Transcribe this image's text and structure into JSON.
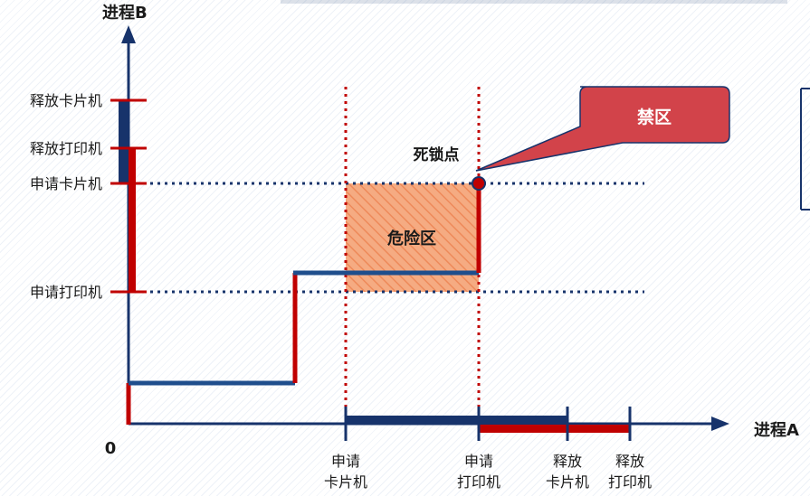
{
  "axes": {
    "y_title": "进程B",
    "x_title": "进程A",
    "origin": "0"
  },
  "y_labels": {
    "release_card": "释放卡片机",
    "release_printer": "释放打印机",
    "request_card": "申请卡片机",
    "request_printer": "申请打印机"
  },
  "x_labels": {
    "request_card": {
      "line1": "申请",
      "line2": "卡片机"
    },
    "request_printer": {
      "line1": "申请",
      "line2": "打印机"
    },
    "release_card": {
      "line1": "释放",
      "line2": "卡片机"
    },
    "release_printer": {
      "line1": "释放",
      "line2": "打印机"
    }
  },
  "regions": {
    "danger": "危险区",
    "deadlock": "死锁点",
    "forbidden": "禁区"
  },
  "colors": {
    "navy": "#17336b",
    "red": "#c00000",
    "danger_fill": "#f4a57c",
    "callout_fill": "#d2434a",
    "callout_border": "#17336b"
  }
}
